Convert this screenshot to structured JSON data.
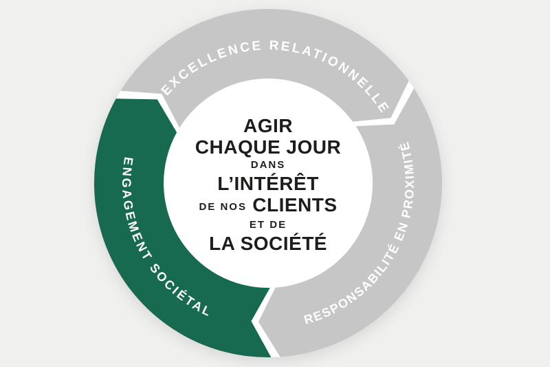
{
  "background_color": "#f0f0ef",
  "diagram": {
    "type": "cycle-wheel",
    "segments": [
      {
        "id": "excellence",
        "label": "EXCELLENCE RELATIONNELLE",
        "color": "#c6c6c6",
        "text_color": "#ffffff"
      },
      {
        "id": "responsabilite",
        "label": "RESPONSABILITÉ EN PROXIMITÉ",
        "color": "#c6c6c6",
        "text_color": "#ffffff"
      },
      {
        "id": "engagement",
        "label": "ENGAGEMENT SOCIÉTAL",
        "color": "#176a50",
        "text_color": "#ffffff"
      }
    ],
    "center": {
      "line1": "AGIR",
      "line2": "CHAQUE JOUR",
      "line3": "DANS",
      "line4": "L’INTÉRÊT",
      "line5_small": "DE NOS",
      "line5_big": "CLIENTS",
      "line6": "ET DE",
      "line7": "LA SOCIÉTÉ",
      "text_color": "#1d1d1b",
      "circle_color": "#ffffff"
    }
  }
}
